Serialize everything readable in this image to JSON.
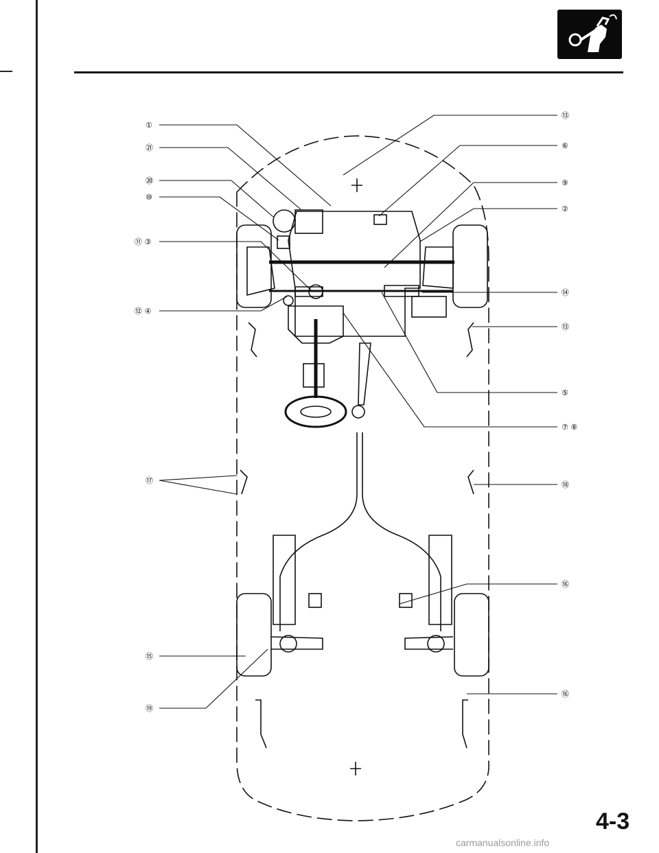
{
  "header": {
    "icon": "hand-wrench-tool-icon",
    "icon_color": "#0a0a0a"
  },
  "callouts_left": {
    "c1": "①",
    "c21": "㉑",
    "c20": "⑳",
    "c10": "⑩",
    "c11_3": "⑪ ③",
    "c12_4": "⑫ ④",
    "c17": "⑰",
    "c15": "⑮",
    "c19": "⑲"
  },
  "callouts_right": {
    "c13a": "⑬",
    "c6": "⑥",
    "c9": "⑨",
    "c2": "②",
    "c14": "⑭",
    "c13b": "⑬",
    "c5": "⑤",
    "c7_8": "⑦ ⑧",
    "c18": "⑱",
    "c16a": "⑯",
    "c16b": "⑯"
  },
  "footer": {
    "page_number": "4-3",
    "watermark": "carmanualsonline.info"
  }
}
